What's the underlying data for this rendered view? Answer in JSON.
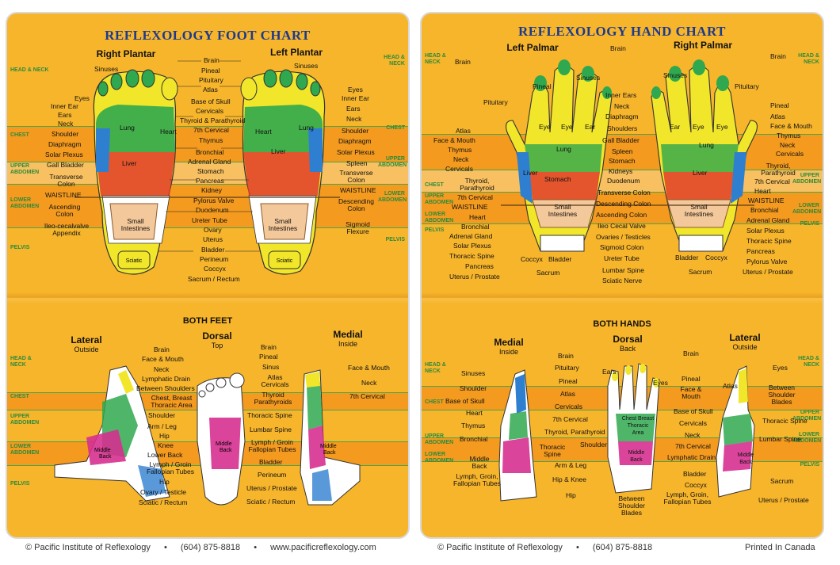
{
  "foot_chart": {
    "title": "REFLEXOLOGY FOOT CHART",
    "views": {
      "right_plantar": "Right Plantar",
      "left_plantar": "Left Plantar",
      "both_feet": "BOTH FEET",
      "lateral": "Lateral",
      "lateral_sub": "Outside",
      "dorsal": "Dorsal",
      "dorsal_sub": "Top",
      "medial": "Medial",
      "medial_sub": "Inside"
    },
    "zones": {
      "head_neck": "HEAD & NECK",
      "chest": "CHEST",
      "upper_abdomen": "UPPER ABDOMEN",
      "lower_abdomen": "LOWER ABDOMEN",
      "pelvis": "PELVIS"
    },
    "top_center_labels": [
      "Brain",
      "Pineal",
      "Pituitary",
      "Atlas",
      "Base of Skull",
      "Cervicals",
      "Thyroid & Parathyroid",
      "7th Cervical",
      "Thymus",
      "Bronchial",
      "Adrenal Gland",
      "Stomach",
      "Pancreas",
      "Kidney",
      "Pylorus Valve",
      "Duodenum",
      "Ureter Tube",
      "Ovary",
      "Uterus",
      "Bladder",
      "Perineum",
      "Coccyx",
      "Sacrum / Rectum"
    ],
    "top_left_labels": [
      "Sinuses",
      "Eyes",
      "Inner Ear",
      "Ears",
      "Neck",
      "Shoulder",
      "Diaphragm",
      "Solar Plexus",
      "Gall Bladder",
      "Transverse Colon",
      "WAISTLINE",
      "Ascending Colon",
      "Ileo-cecalvalve Appendix"
    ],
    "top_right_labels": [
      "Sinuses",
      "Eyes",
      "Inner Ear",
      "Ears",
      "Neck",
      "Shoulder",
      "Diaphragm",
      "Solar Plexus",
      "Spleen",
      "Transverse Colon",
      "WAISTLINE",
      "Descending Colon",
      "Sigmoid Flexure"
    ],
    "organ_labels": [
      "Lung",
      "Heart",
      "Liver",
      "Lung",
      "Heart",
      "Liver",
      "Small Intestines",
      "Small Intestines",
      "Sciatic",
      "Sciatic"
    ],
    "bottom_left_labels": [
      "Brain",
      "Face & Mouth",
      "Neck",
      "Lymphatic Drain",
      "Between Shoulders",
      "Chest, Breast Thoracic Area",
      "Shoulder",
      "Arm / Leg",
      "Hip",
      "Knee",
      "Lower Back",
      "Lymph / Groin Fallopian Tubes",
      "Hip",
      "Ovary / Testicle",
      "Sciatic / Rectum"
    ],
    "bottom_center_labels": [
      "Brain",
      "Pineal",
      "Sinus",
      "Atlas Cervicals",
      "Thyroid Parathyroids",
      "Thoracic Spine",
      "Lumbar Spine",
      "Lymph / Groin Fallopian Tubes",
      "Bladder",
      "Perineum",
      "Uterus / Prostate",
      "Sciatic / Rectum"
    ],
    "bottom_right_labels": [
      "Face & Mouth",
      "Neck",
      "7th Cervical"
    ],
    "middle_back": "Middle Back"
  },
  "hand_chart": {
    "title": "REFLEXOLOGY HAND CHART",
    "views": {
      "left_palmar": "Left Palmar",
      "right_palmar": "Right Palmar",
      "both_hands": "BOTH HANDS",
      "medial": "Medial",
      "medial_sub": "Inside",
      "dorsal": "Dorsal",
      "dorsal_sub": "Back",
      "lateral": "Lateral",
      "lateral_sub": "Outside"
    },
    "top_left_labels": [
      "Brain",
      "Pineal",
      "Pituitary",
      "Atlas",
      "Face & Mouth",
      "Thymus",
      "Neck",
      "Cervicals",
      "Thyroid, Parathyroid",
      "7th Cervical",
      "WAISTLINE",
      "Heart",
      "Bronchial",
      "Adrenal Gland",
      "Solar Plexus",
      "Thoracic Spine",
      "Pancreas",
      "Uterus / Prostate"
    ],
    "top_center_labels": [
      "Brain",
      "Sinuses",
      "Inner Ears",
      "Neck",
      "Diaphragm",
      "Shoulders",
      "Gall Bladder",
      "Spleen",
      "Stomach",
      "Kidneys",
      "Duodenum",
      "Transverse Colon",
      "Descending Colon",
      "Ascending Colon",
      "Ileo Cecal Valve",
      "Ovaries / Testicles",
      "Sigmoid Colon",
      "Ureter Tube",
      "Lumbar Spine",
      "Sciatic Nerve",
      "Coccyx",
      "Bladder",
      "Sacrum"
    ],
    "top_right_labels": [
      "Brain",
      "Sinuses",
      "Pituitary",
      "Pineal",
      "Atlas",
      "Face & Mouth",
      "Thymus",
      "Neck",
      "Cervicals",
      "Thyroid, Parathyroid",
      "7th Cervical",
      "Heart",
      "WAISTLINE",
      "Bronchial",
      "Adrenal Gland",
      "Solar Plexus",
      "Thoracic Spine",
      "Pancreas",
      "Pylorus Valve",
      "Uterus / Prostate",
      "Bladder",
      "Coccyx",
      "Sacrum"
    ],
    "organ_labels": [
      "Eye",
      "Eye",
      "Ear",
      "Lung",
      "Liver",
      "Stomach",
      "Small Intestines",
      "Ear",
      "Eye",
      "Eye",
      "Lung",
      "Liver",
      "Small Intestines"
    ],
    "bottom_left_labels": [
      "Sinuses",
      "Shoulder",
      "Base of Skull",
      "Heart",
      "Thymus",
      "Bronchial",
      "Middle Back",
      "Lymph, Groin, Fallopian Tubes"
    ],
    "bottom_center_labels": [
      "Brain",
      "Pituitary",
      "Pineal",
      "Atlas",
      "Cervicals",
      "7th Cervical",
      "Thyroid, Parathyroid",
      "Thoracic Spine",
      "Arm & Leg",
      "Hip & Knee",
      "Hip",
      "Between Shoulder Blades",
      "Lymph, Groin, Fallopian Tubes",
      "Ears",
      "Eyes",
      "Shoulder",
      "Chest Breast Thoracic Area",
      "Middle Back"
    ],
    "bottom_right_labels": [
      "Brain",
      "Pineal",
      "Face & Mouth",
      "Base of Skull",
      "Cervicals",
      "Neck",
      "7th Cervical",
      "Lymphatic Drain",
      "Bladder",
      "Coccyx",
      "Atlas",
      "Eyes",
      "Between Shoulder Blades",
      "Thoracic Spine",
      "Lumbar Spine",
      "Sacrum",
      "Uterus / Prostate",
      "Middle Back"
    ]
  },
  "footer": {
    "left_org": "© Pacific Institute of Reflexology",
    "left_phone": "(604) 875-8818",
    "left_url": "www.pacificreflexology.com",
    "right_org": "© Pacific Institute of Reflexology",
    "right_phone": "(604) 875-8818",
    "right_note": "Printed In Canada",
    "bullet": "•"
  },
  "colors": {
    "card_bg": "#f7b52c",
    "band_orange": "#f39a1f",
    "zone_green": "#2e8b3a",
    "title_blue": "#1b3a8f",
    "reflex_yellow": "#f1e62a",
    "reflex_green": "#2fa84f",
    "reflex_blue": "#2f7fd1",
    "reflex_red": "#e23b2e",
    "reflex_magenta": "#d6308f"
  }
}
